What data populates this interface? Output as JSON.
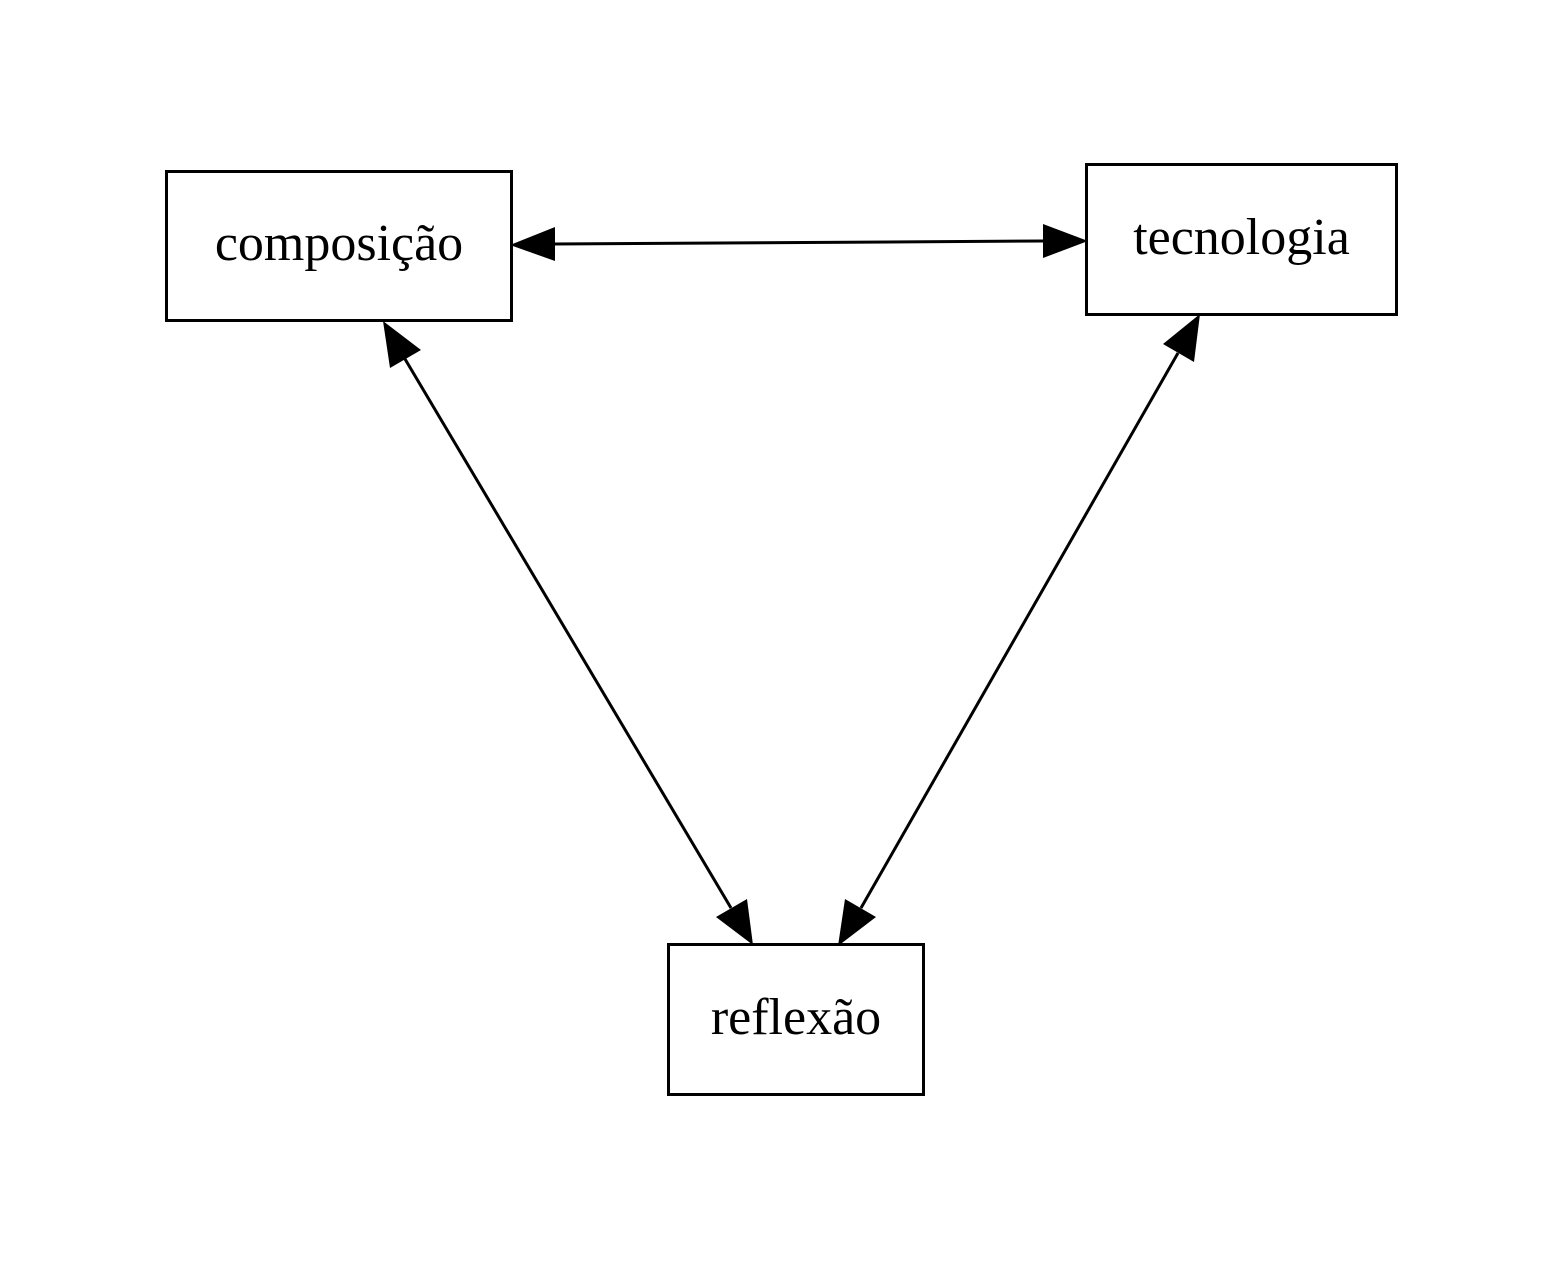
{
  "diagram": {
    "nodes": [
      {
        "id": "composicao",
        "label": "composição"
      },
      {
        "id": "tecnologia",
        "label": "tecnologia"
      },
      {
        "id": "reflexao",
        "label": "reflexão"
      }
    ],
    "edges": [
      {
        "from": "composicao",
        "to": "tecnologia",
        "direction": "both"
      },
      {
        "from": "composicao",
        "to": "reflexao",
        "direction": "both"
      },
      {
        "from": "tecnologia",
        "to": "reflexao",
        "direction": "both"
      }
    ],
    "colors": {
      "stroke": "#000000",
      "background": "#ffffff"
    }
  }
}
